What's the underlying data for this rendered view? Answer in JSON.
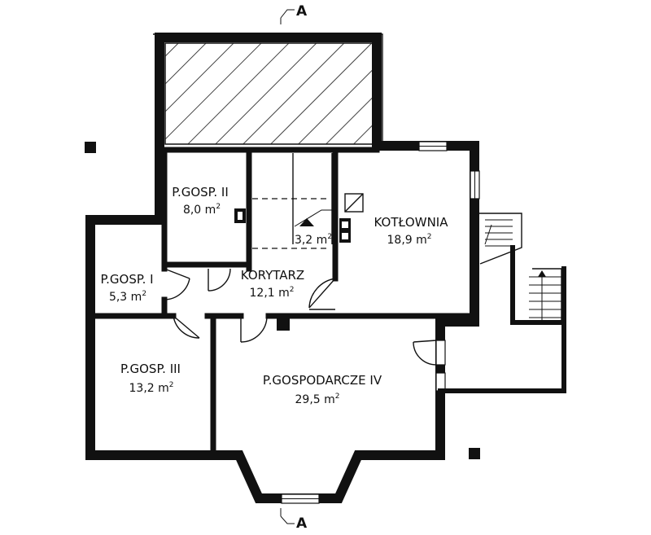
{
  "section_marks": {
    "top": "A",
    "bottom": "A"
  },
  "rooms": [
    {
      "name": "P.GOSP. II",
      "area": "8,0 m",
      "unit_sup": "2"
    },
    {
      "name": "P.GOSP. I",
      "area": "5,3 m",
      "unit_sup": "2"
    },
    {
      "name": "KORYTARZ",
      "area": "12,1 m",
      "unit_sup": "2"
    },
    {
      "name": "",
      "area": "3,2 m",
      "unit_sup": "2"
    },
    {
      "name": "KOTŁOWNIA",
      "area": "18,9 m",
      "unit_sup": "2"
    },
    {
      "name": "P.GOSP. III",
      "area": "13,2 m",
      "unit_sup": "2"
    },
    {
      "name": "P.GOSPODARCZE IV",
      "area": "29,5 m",
      "unit_sup": "2"
    }
  ],
  "colors": {
    "wall": "#111111",
    "background": "#ffffff"
  }
}
